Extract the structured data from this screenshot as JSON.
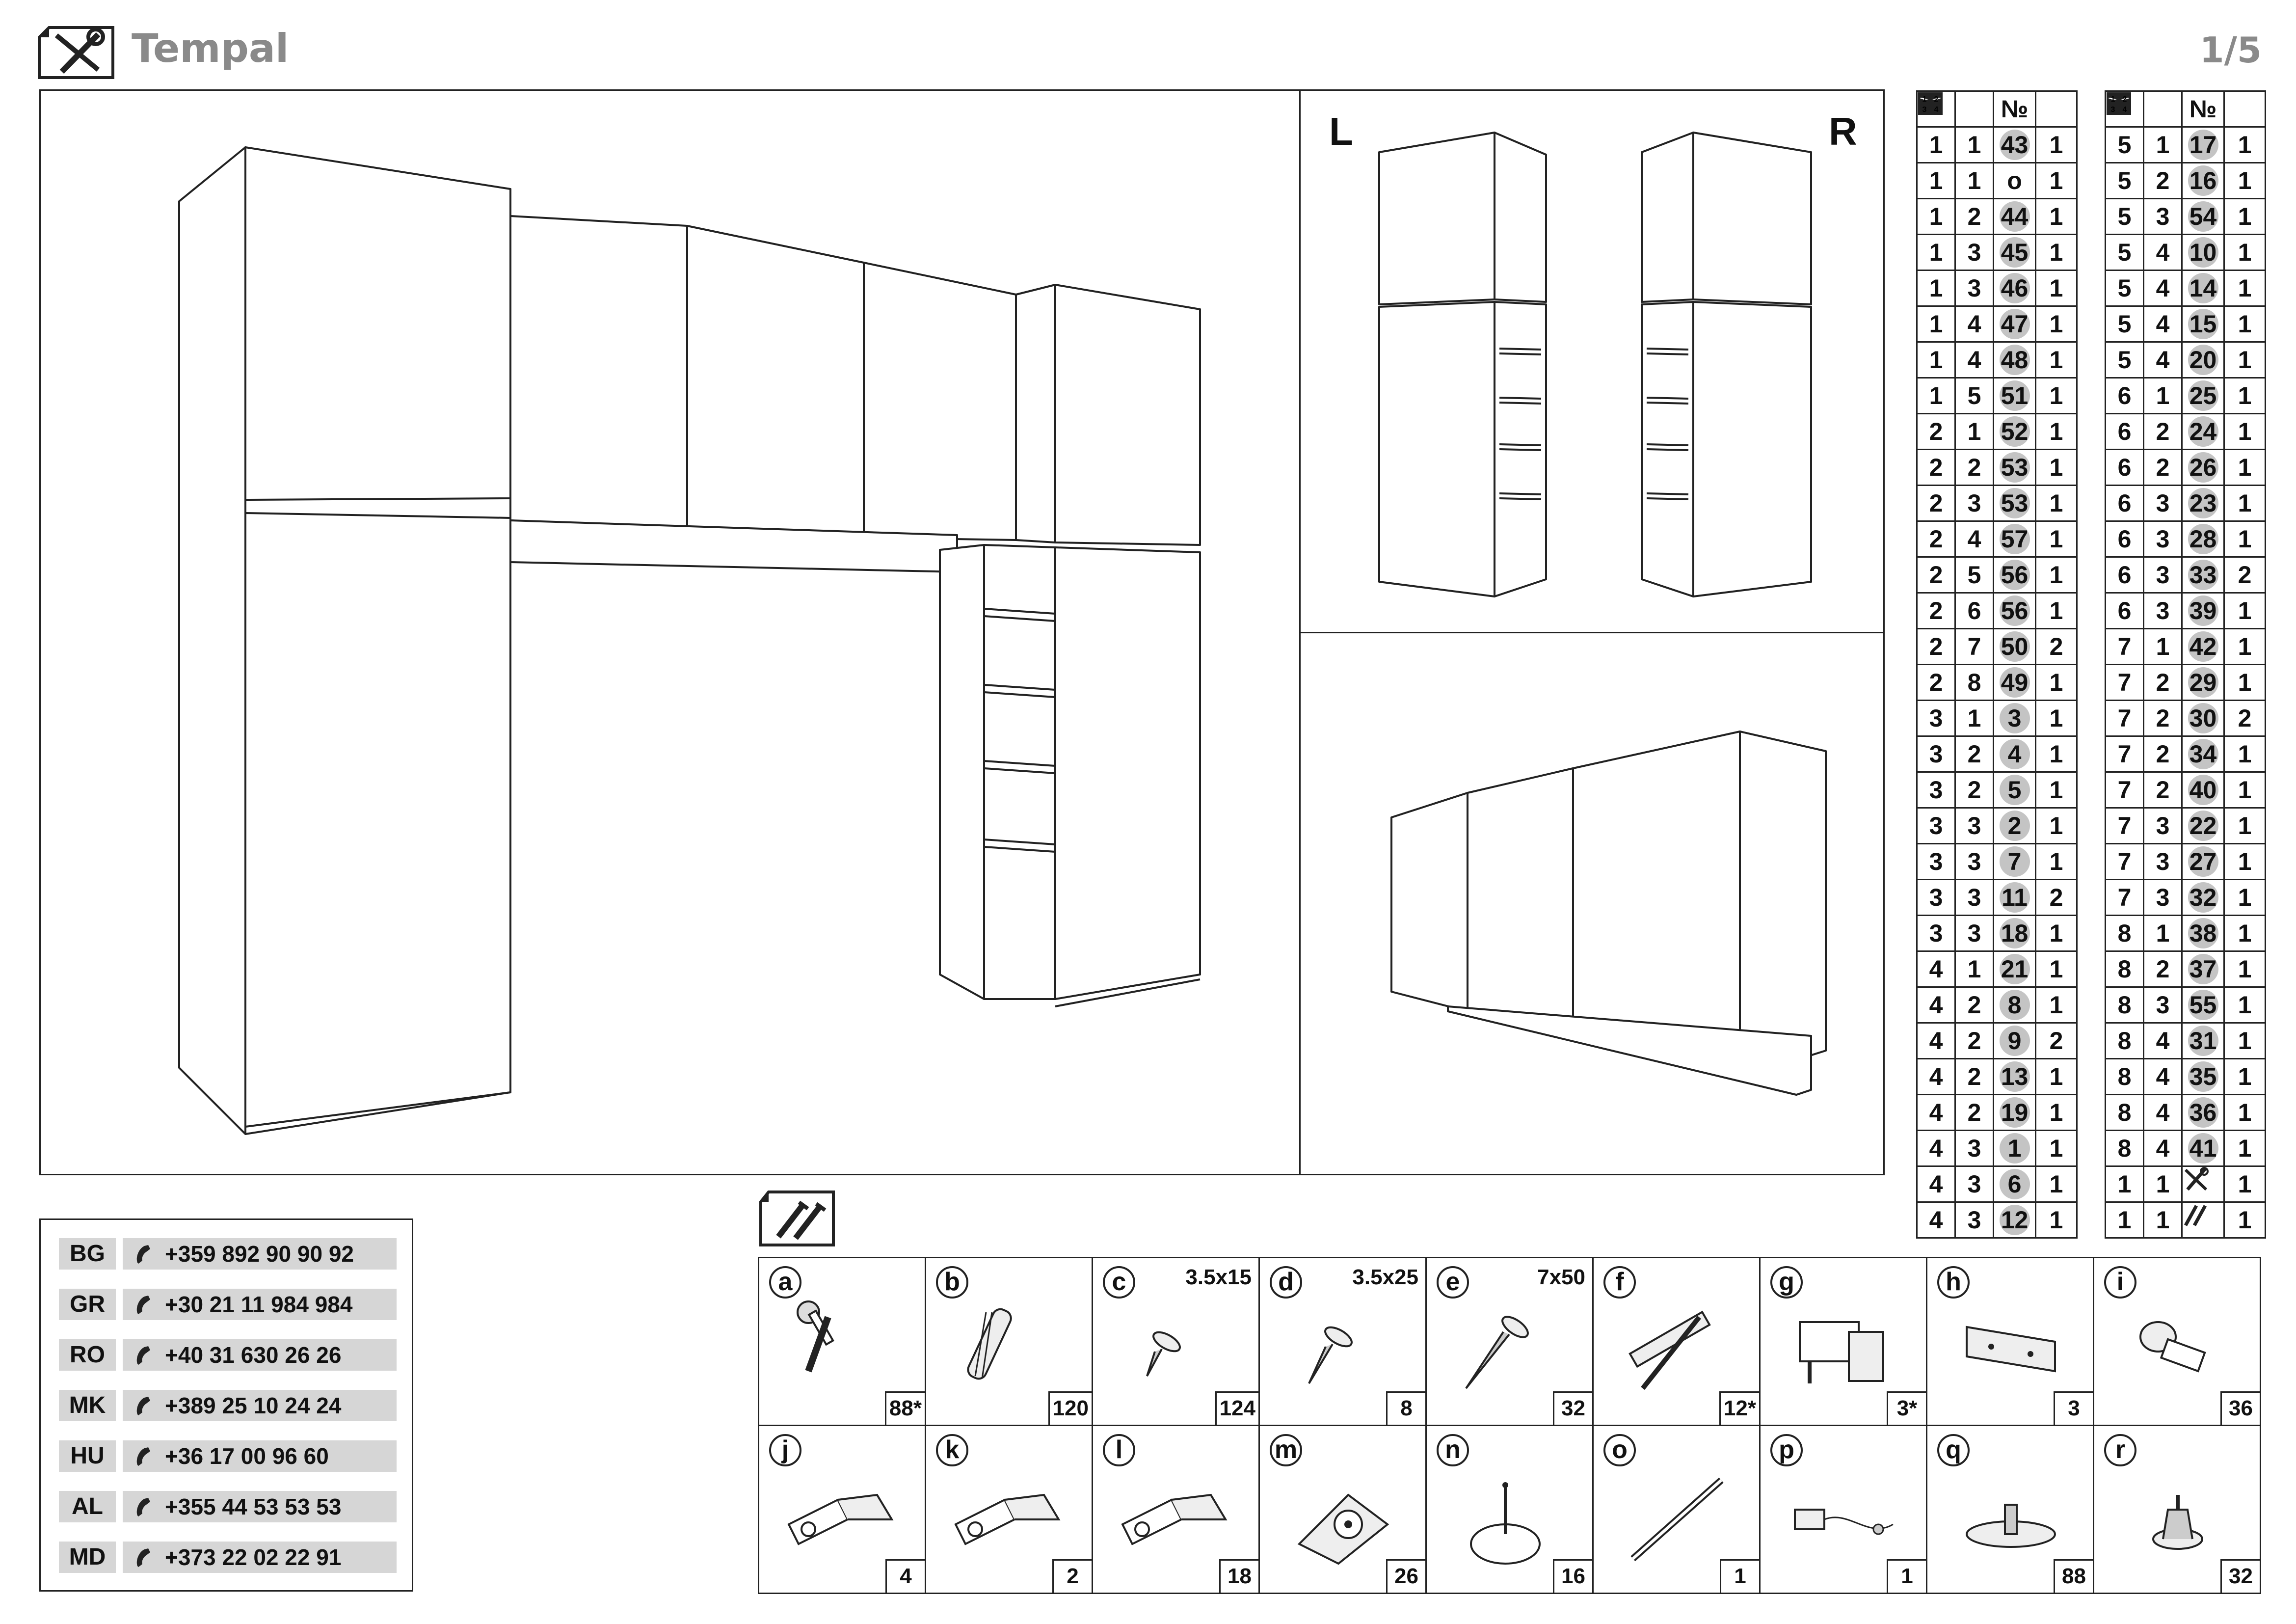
{
  "header": {
    "brand": "Tempal",
    "page": "1/5",
    "tools_icon": "screwdriver-wrench-icon"
  },
  "views": {
    "left_label": "L",
    "right_label": "R"
  },
  "parts_table_left": {
    "columns": [
      "box-icon",
      "stack-icon",
      "№",
      "qty-icon"
    ],
    "rows": [
      [
        "1",
        "1",
        "43",
        "1"
      ],
      [
        "1",
        "1",
        "o",
        "1"
      ],
      [
        "1",
        "2",
        "44",
        "1"
      ],
      [
        "1",
        "3",
        "45",
        "1"
      ],
      [
        "1",
        "3",
        "46",
        "1"
      ],
      [
        "1",
        "4",
        "47",
        "1"
      ],
      [
        "1",
        "4",
        "48",
        "1"
      ],
      [
        "1",
        "5",
        "51",
        "1"
      ],
      [
        "2",
        "1",
        "52",
        "1"
      ],
      [
        "2",
        "2",
        "53",
        "1"
      ],
      [
        "2",
        "3",
        "53",
        "1"
      ],
      [
        "2",
        "4",
        "57",
        "1"
      ],
      [
        "2",
        "5",
        "56",
        "1"
      ],
      [
        "2",
        "6",
        "56",
        "1"
      ],
      [
        "2",
        "7",
        "50",
        "2"
      ],
      [
        "2",
        "8",
        "49",
        "1"
      ],
      [
        "3",
        "1",
        "3",
        "1"
      ],
      [
        "3",
        "2",
        "4",
        "1"
      ],
      [
        "3",
        "2",
        "5",
        "1"
      ],
      [
        "3",
        "3",
        "2",
        "1"
      ],
      [
        "3",
        "3",
        "7",
        "1"
      ],
      [
        "3",
        "3",
        "11",
        "2"
      ],
      [
        "3",
        "3",
        "18",
        "1"
      ],
      [
        "4",
        "1",
        "21",
        "1"
      ],
      [
        "4",
        "2",
        "8",
        "1"
      ],
      [
        "4",
        "2",
        "9",
        "2"
      ],
      [
        "4",
        "2",
        "13",
        "1"
      ],
      [
        "4",
        "2",
        "19",
        "1"
      ],
      [
        "4",
        "3",
        "1",
        "1"
      ],
      [
        "4",
        "3",
        "6",
        "1"
      ],
      [
        "4",
        "3",
        "12",
        "1"
      ]
    ]
  },
  "parts_table_right": {
    "columns": [
      "box-icon",
      "stack-icon",
      "№",
      "qty-icon"
    ],
    "rows": [
      [
        "5",
        "1",
        "17",
        "1"
      ],
      [
        "5",
        "2",
        "16",
        "1"
      ],
      [
        "5",
        "3",
        "54",
        "1"
      ],
      [
        "5",
        "4",
        "10",
        "1"
      ],
      [
        "5",
        "4",
        "14",
        "1"
      ],
      [
        "5",
        "4",
        "15",
        "1"
      ],
      [
        "5",
        "4",
        "20",
        "1"
      ],
      [
        "6",
        "1",
        "25",
        "1"
      ],
      [
        "6",
        "2",
        "24",
        "1"
      ],
      [
        "6",
        "2",
        "26",
        "1"
      ],
      [
        "6",
        "3",
        "23",
        "1"
      ],
      [
        "6",
        "3",
        "28",
        "1"
      ],
      [
        "6",
        "3",
        "33",
        "2"
      ],
      [
        "6",
        "3",
        "39",
        "1"
      ],
      [
        "7",
        "1",
        "42",
        "1"
      ],
      [
        "7",
        "2",
        "29",
        "1"
      ],
      [
        "7",
        "2",
        "30",
        "2"
      ],
      [
        "7",
        "2",
        "34",
        "1"
      ],
      [
        "7",
        "2",
        "40",
        "1"
      ],
      [
        "7",
        "3",
        "22",
        "1"
      ],
      [
        "7",
        "3",
        "27",
        "1"
      ],
      [
        "7",
        "3",
        "32",
        "1"
      ],
      [
        "8",
        "1",
        "38",
        "1"
      ],
      [
        "8",
        "2",
        "37",
        "1"
      ],
      [
        "8",
        "3",
        "55",
        "1"
      ],
      [
        "8",
        "4",
        "31",
        "1"
      ],
      [
        "8",
        "4",
        "35",
        "1"
      ],
      [
        "8",
        "4",
        "36",
        "1"
      ],
      [
        "8",
        "4",
        "41",
        "1"
      ],
      [
        "1",
        "1",
        "tools-icon",
        "1"
      ],
      [
        "1",
        "1",
        "screws-icon",
        "1"
      ]
    ]
  },
  "contacts": [
    {
      "country": "BG",
      "phone": "+359 892 90 90 92"
    },
    {
      "country": "GR",
      "phone": "+30 21 11 984 984"
    },
    {
      "country": "RO",
      "phone": "+40 31 630 26 26"
    },
    {
      "country": "MK",
      "phone": "+389 25 10 24 24"
    },
    {
      "country": "HU",
      "phone": "+36 17 00 96 60"
    },
    {
      "country": "AL",
      "phone": "+355 44 53 53 53"
    },
    {
      "country": "MD",
      "phone": "+373 22 02 22 91"
    }
  ],
  "hardware_icon": "screws-box-icon",
  "hardware": [
    {
      "letter": "a",
      "size": "",
      "qty": "88*",
      "icon": "cam-lock-icon"
    },
    {
      "letter": "b",
      "size": "",
      "qty": "120",
      "icon": "dowel-icon"
    },
    {
      "letter": "c",
      "size": "3.5x15",
      "qty": "124",
      "icon": "short-screw-icon"
    },
    {
      "letter": "d",
      "size": "3.5x25",
      "qty": "8",
      "icon": "medium-screw-icon"
    },
    {
      "letter": "e",
      "size": "7x50",
      "qty": "32",
      "icon": "long-screw-icon"
    },
    {
      "letter": "f",
      "size": "",
      "qty": "12*",
      "icon": "wall-plug-screw-icon"
    },
    {
      "letter": "g",
      "size": "",
      "qty": "3*",
      "icon": "hanger-bracket-icon"
    },
    {
      "letter": "h",
      "size": "",
      "qty": "3",
      "icon": "wall-rail-icon"
    },
    {
      "letter": "i",
      "size": "",
      "qty": "36",
      "icon": "shelf-pin-icon"
    },
    {
      "letter": "j",
      "size": "",
      "qty": "4",
      "icon": "hinge-icon"
    },
    {
      "letter": "k",
      "size": "",
      "qty": "2",
      "icon": "hinge-icon"
    },
    {
      "letter": "l",
      "size": "",
      "qty": "18",
      "icon": "hinge-icon"
    },
    {
      "letter": "m",
      "size": "",
      "qty": "26",
      "icon": "corner-bracket-icon"
    },
    {
      "letter": "n",
      "size": "",
      "qty": "16",
      "icon": "glide-nail-icon"
    },
    {
      "letter": "o",
      "size": "",
      "qty": "1",
      "icon": "rod-icon"
    },
    {
      "letter": "p",
      "size": "",
      "qty": "1",
      "icon": "anti-tip-strap-icon"
    },
    {
      "letter": "q",
      "size": "",
      "qty": "88",
      "icon": "cover-cap-icon"
    },
    {
      "letter": "r",
      "size": "",
      "qty": "32",
      "icon": "leg-foot-icon"
    }
  ]
}
